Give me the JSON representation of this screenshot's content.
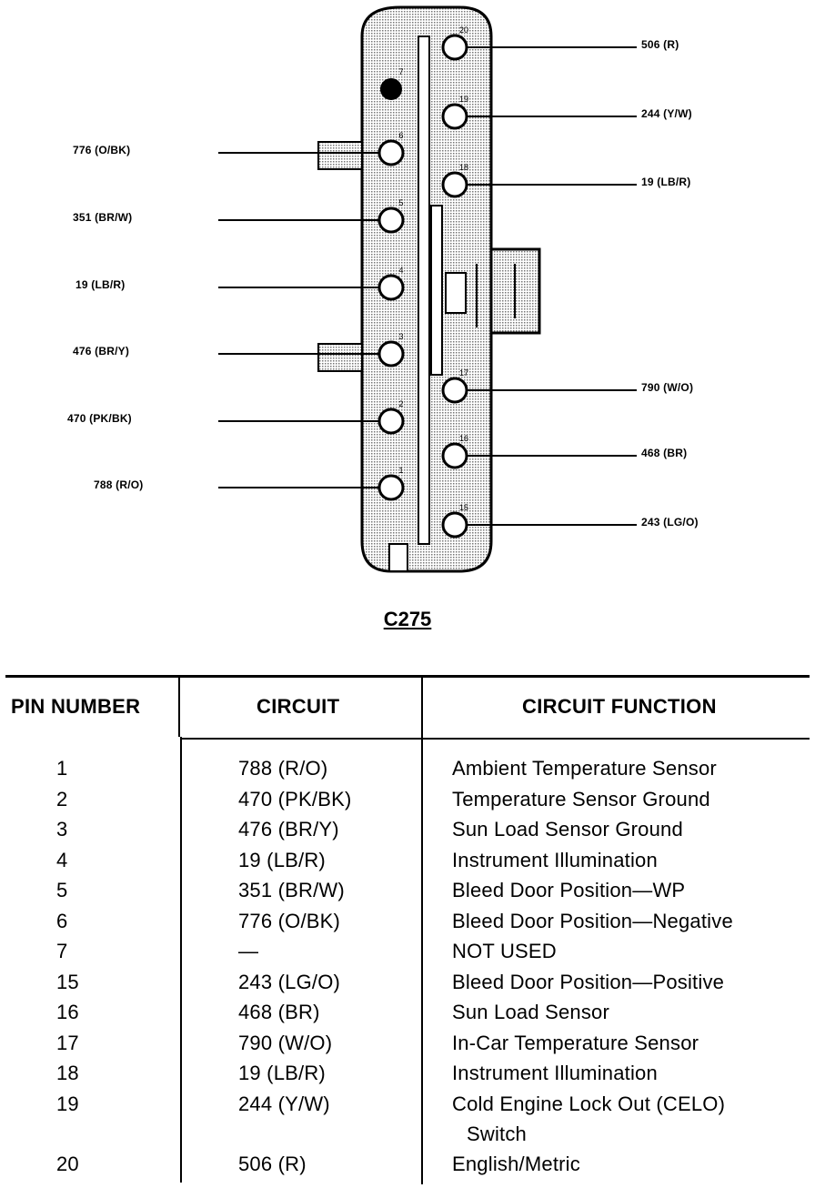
{
  "connector": {
    "name": "C275",
    "pins_left": [
      {
        "pin": "7",
        "circuit": null,
        "plugged": true
      },
      {
        "pin": "6",
        "circuit": "776 (O/BK)"
      },
      {
        "pin": "5",
        "circuit": "351 (BR/W)"
      },
      {
        "pin": "4",
        "circuit": "19 (LB/R)"
      },
      {
        "pin": "3",
        "circuit": "476 (BR/Y)"
      },
      {
        "pin": "2",
        "circuit": "470 (PK/BK)"
      },
      {
        "pin": "1",
        "circuit": "788 (R/O)"
      }
    ],
    "pins_right": [
      {
        "pin": "20",
        "circuit": "506 (R)"
      },
      {
        "pin": "19",
        "circuit": "244 (Y/W)"
      },
      {
        "pin": "18",
        "circuit": "19 (LB/R)"
      },
      {
        "pin": "17",
        "circuit": "790 (W/O)"
      },
      {
        "pin": "16",
        "circuit": "468 (BR)"
      },
      {
        "pin": "15",
        "circuit": "243 (LG/O)"
      }
    ]
  },
  "table": {
    "headers": [
      "PIN NUMBER",
      "CIRCUIT",
      "CIRCUIT FUNCTION"
    ],
    "rows": [
      {
        "pin": "1",
        "circuit": "788 (R/O)",
        "function": "Ambient Temperature Sensor"
      },
      {
        "pin": "2",
        "circuit": "470 (PK/BK)",
        "function": "Temperature Sensor Ground"
      },
      {
        "pin": "3",
        "circuit": "476 (BR/Y)",
        "function": "Sun Load Sensor Ground"
      },
      {
        "pin": "4",
        "circuit": "19 (LB/R)",
        "function": "Instrument Illumination"
      },
      {
        "pin": "5",
        "circuit": "351 (BR/W)",
        "function": "Bleed Door Position—WP"
      },
      {
        "pin": "6",
        "circuit": "776 (O/BK)",
        "function": "Bleed Door Position—Negative"
      },
      {
        "pin": "7",
        "circuit": "—",
        "function": "NOT USED"
      },
      {
        "pin": "15",
        "circuit": "243 (LG/O)",
        "function": "Bleed Door Position—Positive"
      },
      {
        "pin": "16",
        "circuit": "468 (BR)",
        "function": "Sun Load Sensor"
      },
      {
        "pin": "17",
        "circuit": "790 (W/O)",
        "function": "In-Car Temperature Sensor"
      },
      {
        "pin": "18",
        "circuit": "19 (LB/R)",
        "function": "Instrument Illumination"
      },
      {
        "pin": "19",
        "circuit": "244 (Y/W)",
        "function": "Cold Engine Lock Out (CELO)",
        "function_cont": "Switch"
      },
      {
        "pin": "20",
        "circuit": "506 (R)",
        "function": "English/Metric"
      }
    ]
  }
}
